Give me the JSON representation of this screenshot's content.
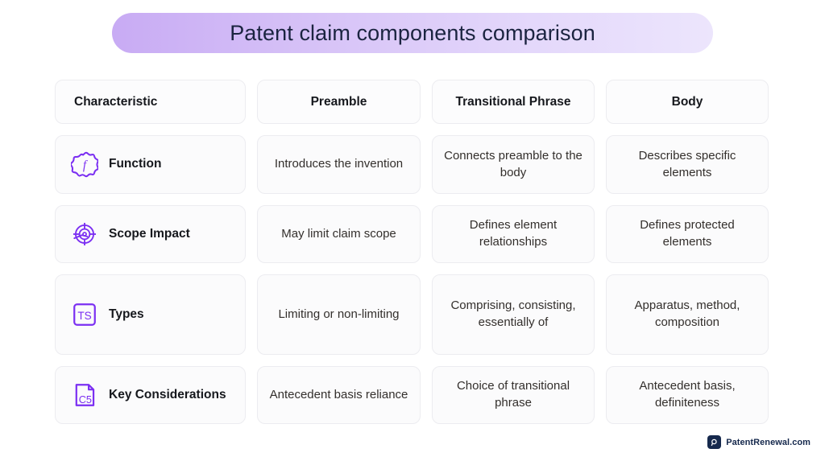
{
  "title": "Patent claim components comparison",
  "colors": {
    "accent_purple": "#7B2FF2",
    "title_text": "#1b2440",
    "title_gradient_start": "#c8abf4",
    "title_gradient_end": "#ece5fc",
    "cell_text": "#332f2c",
    "header_text": "#16181d",
    "logo_navy": "#16294d"
  },
  "table": {
    "headers": [
      "Characteristic",
      "Preamble",
      "Transitional Phrase",
      "Body"
    ],
    "rows": [
      {
        "icon": "function-badge-icon",
        "icon_glyph": "f",
        "label": "Function",
        "cells": [
          "Introduces the invention",
          "Connects preamble to the body",
          "Describes specific elements"
        ]
      },
      {
        "icon": "scope-target-icon",
        "icon_glyph": "",
        "label": "Scope Impact",
        "cells": [
          "May limit claim scope",
          "Defines element relationships",
          "Defines protected elements"
        ]
      },
      {
        "icon": "types-square-icon",
        "icon_glyph": "TS",
        "label": "Types",
        "cells": [
          "Limiting or non-limiting",
          "Comprising, consisting, essentially of",
          "Apparatus, method, composition"
        ]
      },
      {
        "icon": "document-c5-icon",
        "icon_glyph": "C5",
        "label": "Key Considerations",
        "cells": [
          "Antecedent basis reliance",
          "Choice of transitional phrase",
          "Antecedent basis, definiteness"
        ]
      }
    ]
  },
  "footer": {
    "logo_icon": "magnifier-p-icon",
    "brand": "PatentRenewal.com"
  }
}
